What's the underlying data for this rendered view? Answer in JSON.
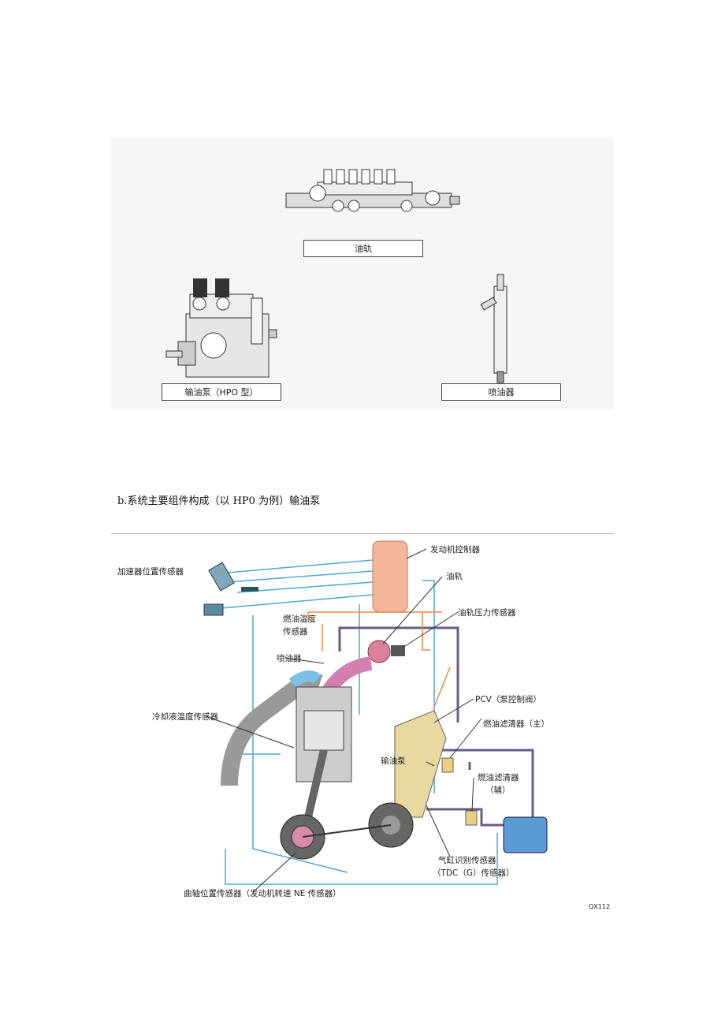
{
  "figure1": {
    "labels": {
      "rail": "油轨",
      "pump": "输油泵（HPO 型）",
      "injector": "喷油器"
    }
  },
  "caption": "b.系统主要组件构成（以 HP0 为例）输油泵",
  "figure2": {
    "labels": {
      "accel_sensor": "加速器位置传感器",
      "ecu": "发动机控制器",
      "rail": "油轨",
      "rail_pressure_sensor": "油轨压力传感器",
      "fuel_temp_sensor_1": "燃油温度",
      "fuel_temp_sensor_2": "传感器",
      "injector": "喷油器",
      "pcv": "PCV（泵控制阀）",
      "coolant_sensor": "冷却液温度传感器",
      "main_filter": "燃油滤清器（主）",
      "pump": "输油泵",
      "sub_filter_1": "燃油滤清器",
      "sub_filter_2": "（辅）",
      "tdc_sensor_1": "气缸识别传感器",
      "tdc_sensor_2": "（TDC（G）传感器）",
      "crank_sensor": "曲轴位置传感器（发动机转速 NE 传感器）",
      "figure_id": "QX112"
    }
  }
}
